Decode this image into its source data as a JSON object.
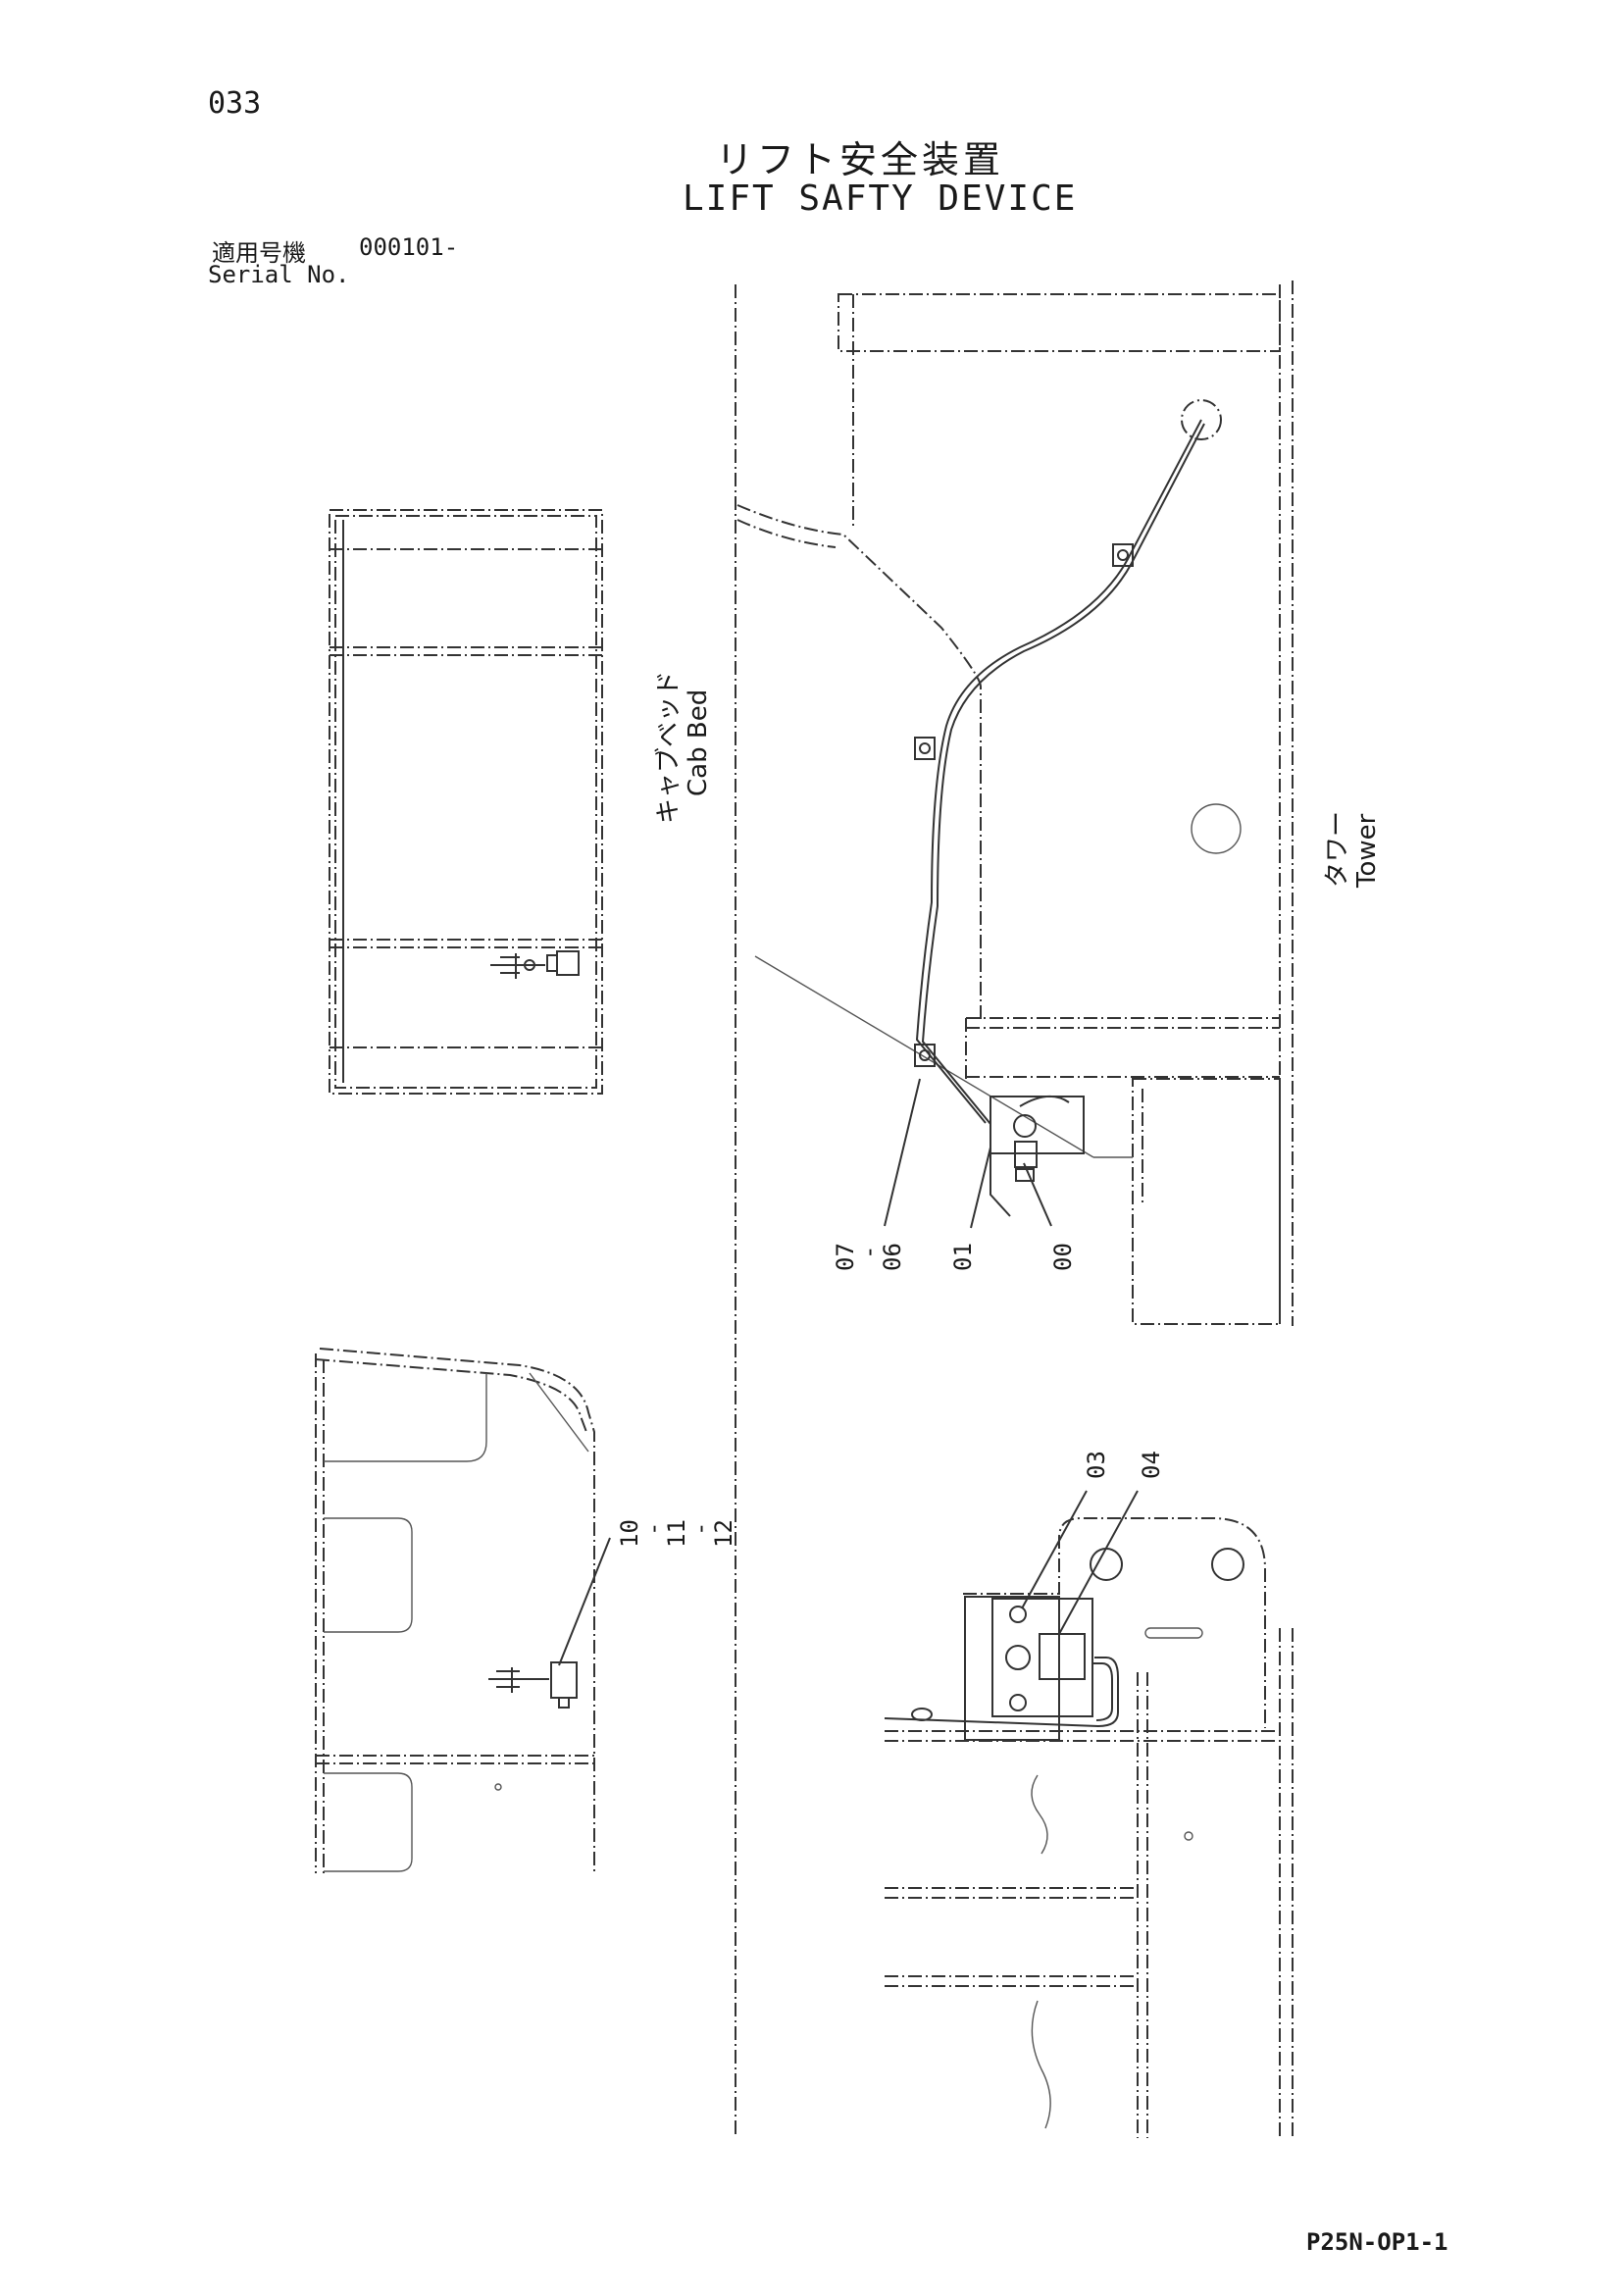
{
  "header": {
    "page_number": "033",
    "title_jp": "リフト安全装置",
    "title_en": "LIFT SAFTY DEVICE",
    "serial_label_jp": "適用号機",
    "serial_value": "000101-",
    "serial_label_en": "Serial No."
  },
  "labels": {
    "cab_bed_jp": "キャブベッド",
    "cab_bed_en": "Cab Bed",
    "tower_jp": "タワー",
    "tower_en": "Tower"
  },
  "callouts": {
    "c00": "00",
    "c01": "01",
    "c06": "06",
    "c07": "07",
    "c03": "03",
    "c04": "04",
    "c10": "10",
    "c11": "11",
    "c12": "12",
    "dash": "-"
  },
  "footer": {
    "doc_code": "P25N-OP1-1"
  }
}
